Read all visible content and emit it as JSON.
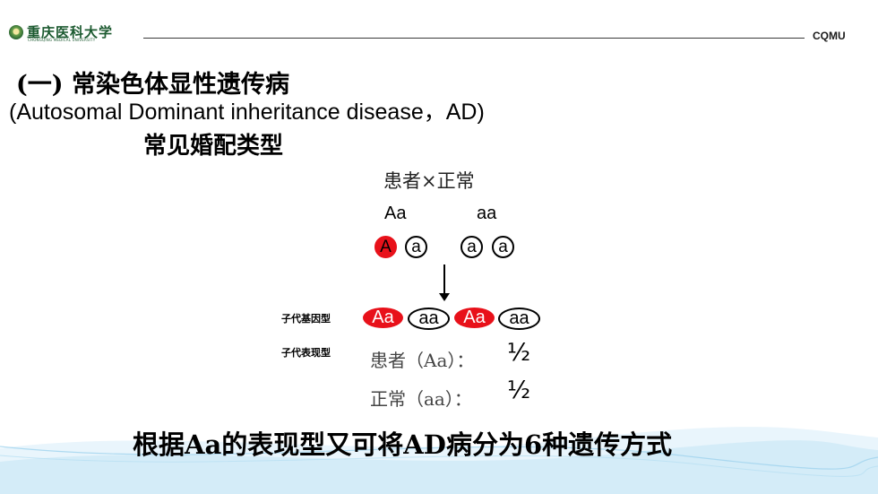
{
  "header": {
    "logo_text_cn": "重庆医科大学",
    "logo_text_en": "CHONGQING MEDICAL UNIVERSITY",
    "brand_abbr": "CQMU",
    "colors": {
      "logo_green": "#1c5a30"
    }
  },
  "title": "(一) 常染色体显性遗传病",
  "subtitle": "(Autosomal Dominant inheritance disease，AD)",
  "mating_title": "常见婚配类型",
  "cross": {
    "label": "患者×正常",
    "parent1_genotype": "Aa",
    "parent2_genotype": "aa",
    "parent1_alleles": [
      "A",
      "a"
    ],
    "parent2_alleles": [
      "a",
      "a"
    ]
  },
  "offspring": {
    "genotype_label": "子代基因型",
    "phenotype_label": "子代表现型",
    "genotypes": [
      {
        "text": "Aa",
        "affected": true
      },
      {
        "text": "aa",
        "affected": false
      },
      {
        "text": "Aa",
        "affected": true
      },
      {
        "text": "aa",
        "affected": false
      }
    ],
    "phenotypes": [
      {
        "label": "患者（Aa）：",
        "ratio": "½"
      },
      {
        "label": "正常（aa）：",
        "ratio": "½"
      }
    ]
  },
  "footer": "根据Aa的表现型又可将AD病分为6种遗传方式",
  "colors": {
    "dominant_allele": "#e8111a",
    "text": "#000000",
    "wave": "#9fd3ee"
  }
}
